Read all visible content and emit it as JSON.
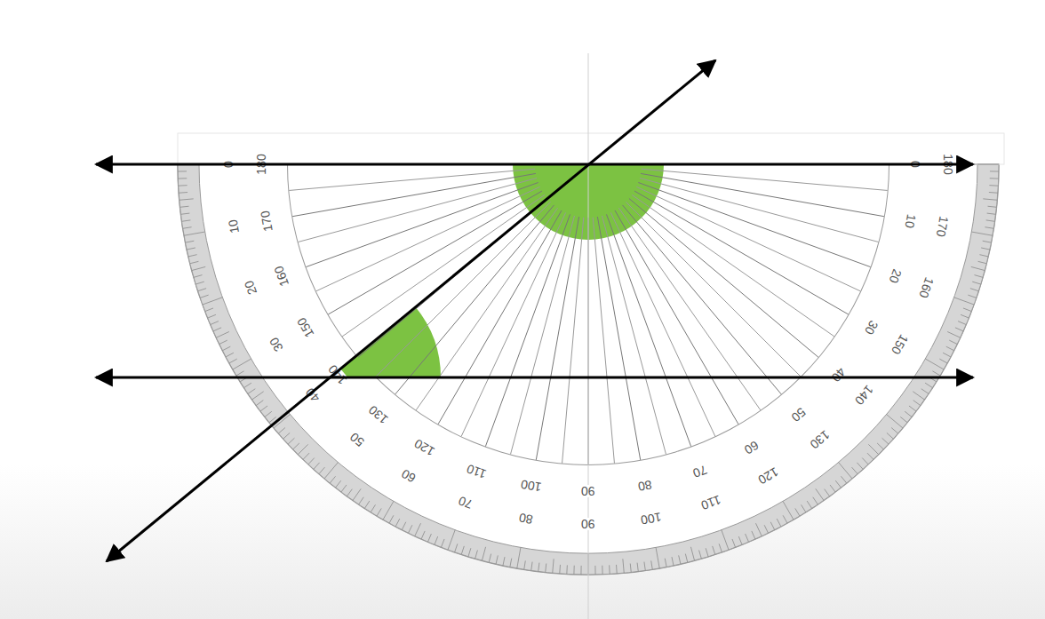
{
  "diagram": {
    "labels": [
      "0",
      "180",
      "10",
      "170",
      "20",
      "160",
      "30",
      "150",
      "40",
      "140",
      "50",
      "130",
      "60",
      "120",
      "70",
      "110",
      "80",
      "100",
      "90",
      "90",
      "100",
      "80",
      "110",
      "70",
      "120",
      "60",
      "130",
      "50",
      "140",
      "40",
      "150",
      "30",
      "160",
      "20",
      "170",
      "10",
      "180",
      "0"
    ]
  }
}
